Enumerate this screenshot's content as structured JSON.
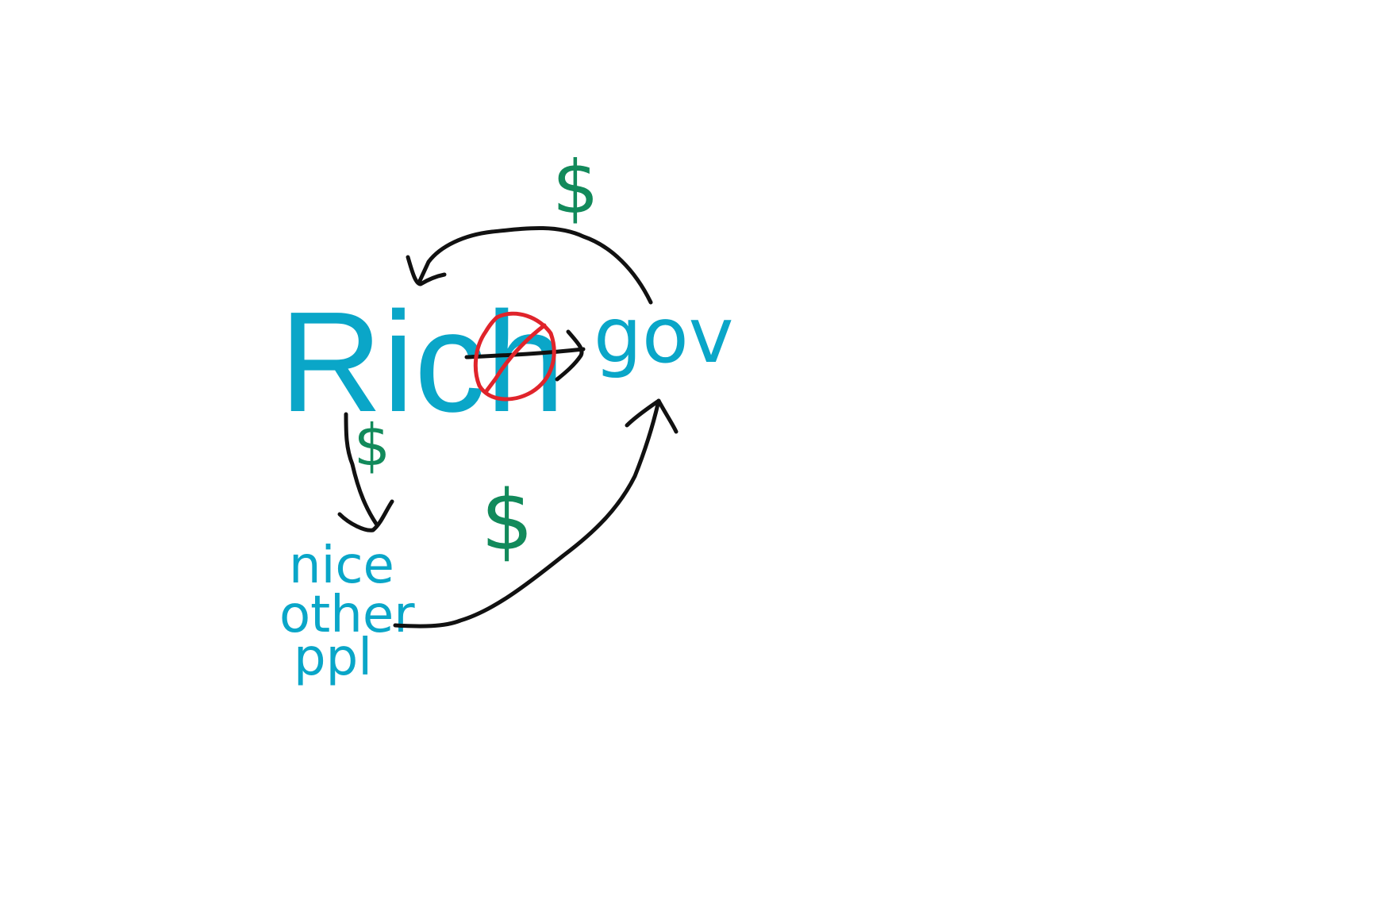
{
  "colors": {
    "node_text": "#0aa6c8",
    "arrow": "#111111",
    "money": "#128a5b",
    "blocked": "#e0242b",
    "background": "#ffffff"
  },
  "nodes": {
    "rich": {
      "label": "Rich"
    },
    "gov": {
      "label": "gov"
    },
    "others": {
      "lines": [
        "nice",
        "other",
        "ppl"
      ]
    }
  },
  "edges": [
    {
      "id": "gov-to-rich",
      "from": "gov",
      "to": "rich",
      "label": "$",
      "blocked": false
    },
    {
      "id": "rich-to-gov",
      "from": "rich",
      "to": "gov",
      "label": "",
      "blocked": true,
      "marker": "∅"
    },
    {
      "id": "rich-to-others",
      "from": "rich",
      "to": "others",
      "label": "$",
      "blocked": false
    },
    {
      "id": "others-to-gov",
      "from": "others",
      "to": "gov",
      "label": "$",
      "blocked": false
    }
  ]
}
